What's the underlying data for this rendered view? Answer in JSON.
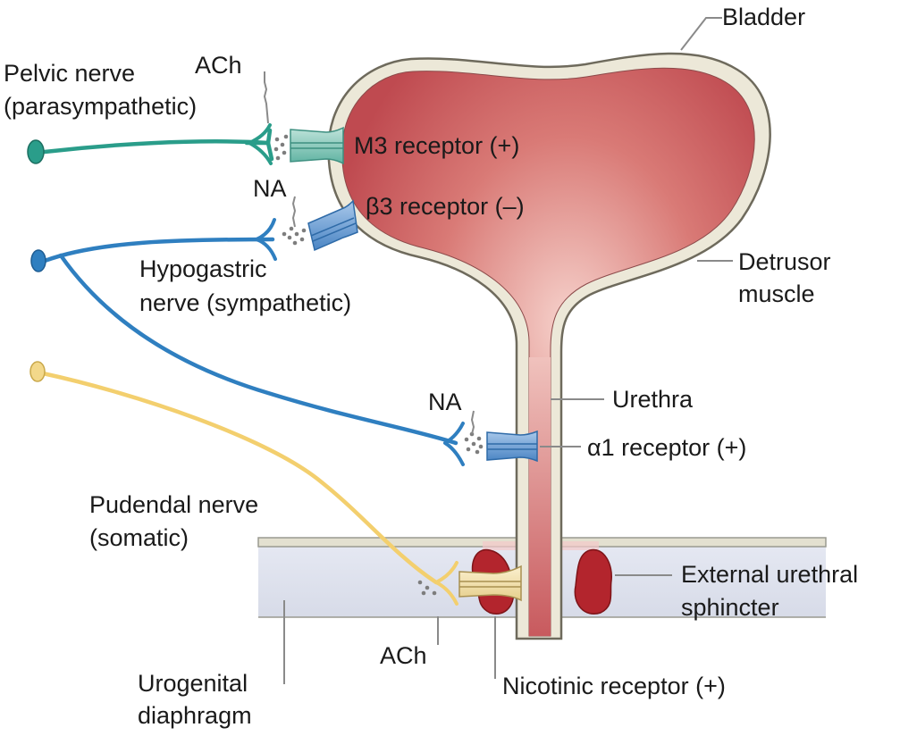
{
  "labels": {
    "bladder": "Bladder",
    "pelvic_nerve_1": "Pelvic nerve",
    "pelvic_nerve_2": "(parasympathetic)",
    "ach_top": "ACh",
    "m3": "M3 receptor (+)",
    "na_top": "NA",
    "beta3": "β3 receptor (–)",
    "hypogastric_1": "Hypogastric",
    "hypogastric_2": "nerve (sympathetic)",
    "detrusor_1": "Detrusor",
    "detrusor_2": "muscle",
    "urethra": "Urethra",
    "na_mid": "NA",
    "alpha1": "α1 receptor (+)",
    "pudendal_1": "Pudendal nerve",
    "pudendal_2": "(somatic)",
    "ext_sphincter_1": "External urethral",
    "ext_sphincter_2": "sphincter",
    "ach_bottom": "ACh",
    "nicotinic": "Nicotinic receptor (+)",
    "urogenital_1": "Urogenital",
    "urogenital_2": "diaphragm"
  },
  "colors": {
    "bladder_fill": "#c8545a",
    "bladder_wall": "#ece8d8",
    "parasympathetic": "#2a9d8a",
    "sympathetic": "#2f7fc0",
    "somatic": "#f3cf6e",
    "sphincter": "#b3252d",
    "diaphragm": "#dfe3ef"
  }
}
